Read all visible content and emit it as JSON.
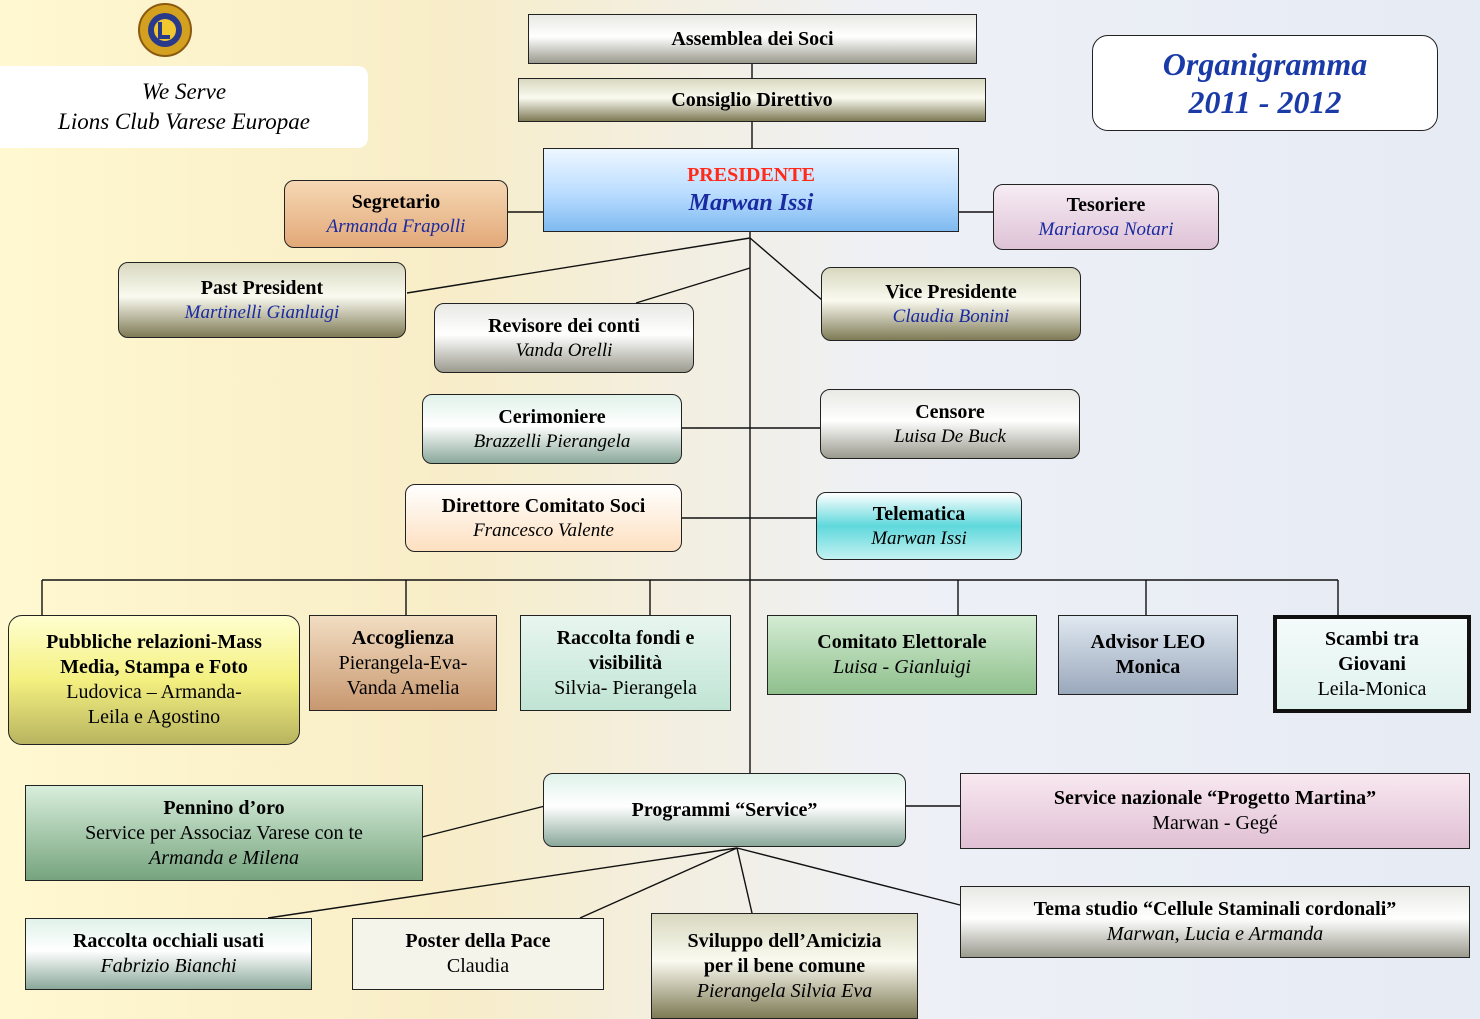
{
  "colors": {
    "title_blue": "#1a3aa8",
    "president_red": "#ff2a1a",
    "name_blue": "#1a2aa0"
  },
  "header": {
    "motto": "We Serve",
    "club": "Lions Club Varese Europae",
    "title_line1": "Organigramma",
    "title_line2": "2011 - 2012"
  },
  "top": {
    "assemblea": "Assemblea dei Soci",
    "consiglio": "Consiglio Direttivo"
  },
  "presidente": {
    "role": "PRESIDENTE",
    "name": "Marwan Issi"
  },
  "segretario": {
    "role": "Segretario",
    "name": "Armanda Frapolli"
  },
  "tesoriere": {
    "role": "Tesoriere",
    "name": "Mariarosa Notari"
  },
  "past_president": {
    "role": "Past President",
    "name": "Martinelli Gianluigi"
  },
  "revisore": {
    "role": "Revisore dei conti",
    "name": "Vanda Orelli"
  },
  "vice_presidente": {
    "role": "Vice Presidente",
    "name": "Claudia Bonini"
  },
  "cerimoniere": {
    "role": "Cerimoniere",
    "name": "Brazzelli Pierangela"
  },
  "censore": {
    "role": "Censore",
    "name": "Luisa De Buck"
  },
  "direttore": {
    "role": "Direttore Comitato Soci",
    "name": "Francesco Valente"
  },
  "telematica": {
    "role": "Telematica",
    "name": "Marwan Issi"
  },
  "committees": {
    "pubbliche": {
      "role_l1": "Pubbliche relazioni-Mass",
      "role_l2": "Media, Stampa e Foto",
      "names_l1": "Ludovica – Armanda-",
      "names_l2": "Leila e Agostino"
    },
    "accoglienza": {
      "role": "Accoglienza",
      "names_l1": "Pierangela-Eva-",
      "names_l2": "Vanda Amelia"
    },
    "raccolta_fondi": {
      "role_l1": "Raccolta fondi e",
      "role_l2": "visibilità",
      "names": "Silvia- Pierangela"
    },
    "elettorale": {
      "role": "Comitato Elettorale",
      "names": "Luisa - Gianluigi"
    },
    "advisor": {
      "role_l1": "Advisor LEO",
      "role_l2": "Monica"
    },
    "scambi": {
      "role_l1": "Scambi tra",
      "role_l2": "Giovani",
      "names": "Leila-Monica"
    }
  },
  "service": {
    "programmi": "Programmi “Service”",
    "pennino": {
      "title": "Pennino d’oro",
      "desc": "Service per Associaz Varese con te",
      "names": "Armanda e Milena"
    },
    "nazionale": {
      "title": "Service nazionale “Progetto Martina”",
      "names": "Marwan - Gegé"
    },
    "occhiali": {
      "title": "Raccolta occhiali usati",
      "names": "Fabrizio Bianchi"
    },
    "poster": {
      "title": "Poster della Pace",
      "names": "Claudia"
    },
    "amicizia": {
      "title_l1": "Sviluppo dell’Amicizia",
      "title_l2": "per il bene comune",
      "names": "Pierangela Silvia Eva"
    },
    "tema": {
      "title": "Tema studio “Cellule Staminali cordonali”",
      "names": "Marwan, Lucia e Armanda"
    }
  }
}
